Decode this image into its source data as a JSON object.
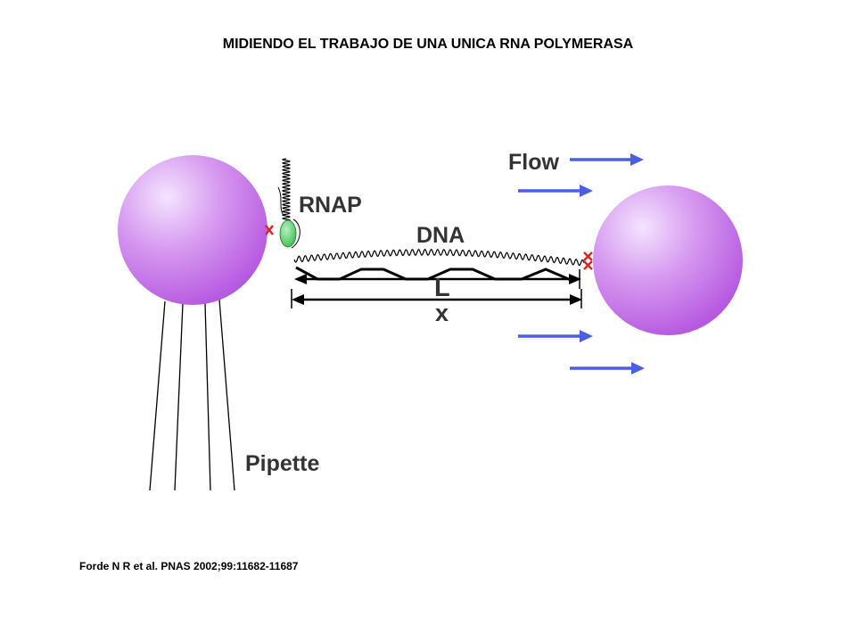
{
  "title": "MIDIENDO EL TRABAJO DE UNA UNICA RNA POLYMERASA",
  "labels": {
    "flow": "Flow",
    "rnap": "RNAP",
    "dna": "DNA",
    "length": "L",
    "extension": "x",
    "pipette": "Pipette"
  },
  "citation": "Forde N R et al. PNAS 2002;99:11682-11687",
  "colors": {
    "bead": "#b455e0",
    "bead_highlight": "#f4e4ff",
    "rnap": "#3cbf50",
    "flow_arrow": "#4a5ee8",
    "attachment": "#e02020",
    "line": "#000000"
  }
}
